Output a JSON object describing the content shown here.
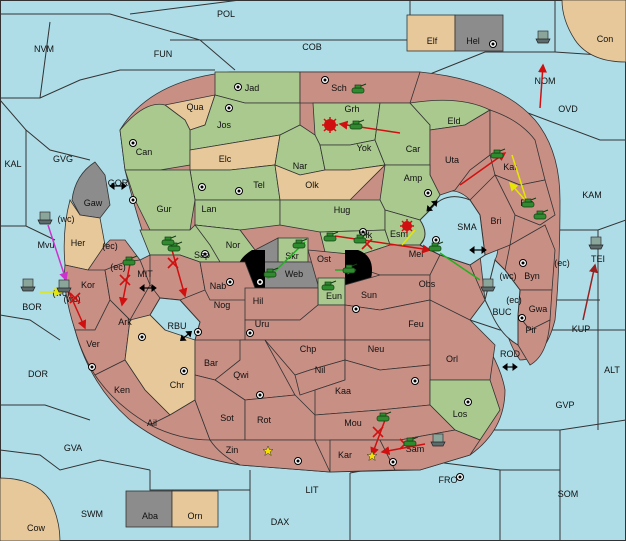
{
  "map": {
    "sea_labels": [
      "POL",
      "NVM",
      "FUN",
      "COB",
      "OVD",
      "KAL",
      "GVG",
      "GOR",
      "KAM",
      "MIT",
      "BOR",
      "RBU",
      "SMA",
      "BUC",
      "KUP",
      "ROD",
      "ALT",
      "DOR",
      "GVP",
      "GVA",
      "FRO",
      "SOM",
      "LIT",
      "SWM",
      "DAX"
    ],
    "coast_labels": [
      "(wc)",
      "(ec)",
      "(wc)",
      "(ec)",
      "(wc)",
      "(ec)",
      "(ec)",
      "(wc)"
    ],
    "land_labels": [
      "Con",
      "Elf",
      "Hel",
      "NOM",
      "TEI",
      "Cow",
      "Aba",
      "Orn",
      "Jad",
      "Sch",
      "Qua",
      "Jos",
      "Grh",
      "Can",
      "Elc",
      "Nar",
      "Yok",
      "Car",
      "Eld",
      "Uta",
      "Kat",
      "Tel",
      "Olk",
      "Amp",
      "Gaw",
      "Gur",
      "Lan",
      "Hug",
      "Rie",
      "Esm",
      "Bri",
      "Mvu",
      "Her",
      "Nor",
      "Skr",
      "Vik",
      "Sap",
      "Web",
      "Ost",
      "Mel",
      "Byn",
      "Kor",
      "Ark",
      "Nab",
      "Eun",
      "Sun",
      "Obs",
      "Gwa",
      "Pir",
      "Nog",
      "Hil",
      "Uru",
      "Feu",
      "Ver",
      "Chp",
      "Neu",
      "Bar",
      "Qwi",
      "Nil",
      "Orl",
      "Ken",
      "Chr",
      "Kaa",
      "Ail",
      "Sot",
      "Rot",
      "Mou",
      "Los",
      "Zin",
      "Kar",
      "Sam"
    ],
    "colors": {
      "sea": "#aedde8",
      "red": "#c88f85",
      "green": "#a9c98f",
      "tan": "#e7c89a",
      "grey": "#8c8c8c",
      "army": "#2e8b2e",
      "fleet": "#5c6b6b",
      "move_red": "#d01010",
      "move_green": "#20b020",
      "move_yellow": "#e6e600",
      "move_magenta": "#cc33cc",
      "move_dark": "#9a2020"
    },
    "icons": [
      "army-icon",
      "fleet-icon",
      "supply-center-icon",
      "explosion-icon",
      "star-icon",
      "double-arrow-icon",
      "cross-mark-icon"
    ]
  }
}
